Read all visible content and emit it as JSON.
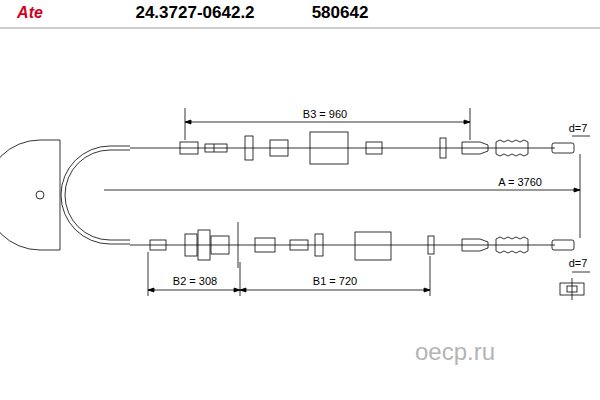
{
  "diagram": {
    "labels": [
      "Ate",
      "24.3727-0642.2",
      "580642",
      "B3 = 960",
      "d=7",
      "A = 3760",
      "d=7",
      "B2 = 308",
      "B1 = 720",
      "oecp.ru"
    ]
  }
}
